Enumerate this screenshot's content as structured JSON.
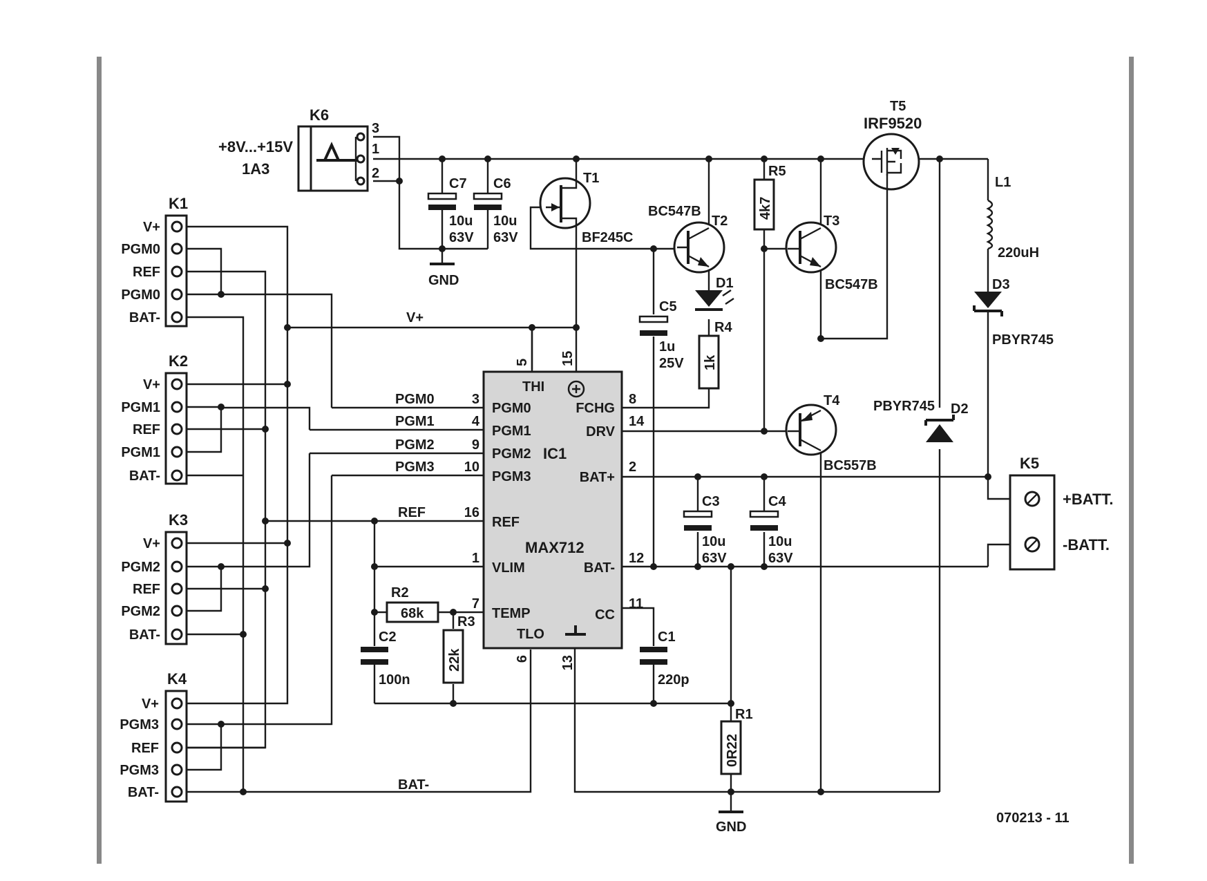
{
  "header": {
    "k6_title": "K6",
    "supply_voltage": "+8V...+15V",
    "supply_current": "1A3",
    "k6_pins": [
      "3",
      "1",
      "2"
    ]
  },
  "connectors": [
    {
      "ref": "K1",
      "pins": [
        "V+",
        "PGM0",
        "REF",
        "PGM0",
        "BAT-"
      ]
    },
    {
      "ref": "K2",
      "pins": [
        "V+",
        "PGM1",
        "REF",
        "PGM1",
        "BAT-"
      ]
    },
    {
      "ref": "K3",
      "pins": [
        "V+",
        "PGM2",
        "REF",
        "PGM2",
        "BAT-"
      ]
    },
    {
      "ref": "K4",
      "pins": [
        "V+",
        "PGM3",
        "REF",
        "PGM3",
        "BAT-"
      ]
    }
  ],
  "ic": {
    "ref": "IC1",
    "part": "MAX712",
    "pins_left": [
      {
        "name": "PGM0",
        "num": "3",
        "net": "PGM0"
      },
      {
        "name": "PGM1",
        "num": "4",
        "net": "PGM1"
      },
      {
        "name": "PGM2",
        "num": "9",
        "net": "PGM2"
      },
      {
        "name": "PGM3",
        "num": "10",
        "net": "PGM3"
      },
      {
        "name": "REF",
        "num": "16",
        "net": "REF"
      },
      {
        "name": "VLIM",
        "num": "1"
      },
      {
        "name": "TEMP",
        "num": "7"
      }
    ],
    "pins_right": [
      {
        "name": "FCHG",
        "num": "8"
      },
      {
        "name": "DRV",
        "num": "14"
      },
      {
        "name": "BAT+",
        "num": "2"
      },
      {
        "name": "BAT-",
        "num": "12"
      },
      {
        "name": "CC",
        "num": "11"
      }
    ],
    "pins_top": [
      {
        "name": "THI",
        "num": "5"
      },
      {
        "num": "15"
      }
    ],
    "pins_bottom": [
      {
        "name": "TLO",
        "num": "6"
      },
      {
        "num": "13"
      }
    ]
  },
  "nets": {
    "vplus": "V+",
    "batminus": "BAT-",
    "gnd": "GND"
  },
  "components": {
    "c7": {
      "ref": "C7",
      "value": "10u",
      "rating": "63V"
    },
    "c6": {
      "ref": "C6",
      "value": "10u",
      "rating": "63V"
    },
    "c5": {
      "ref": "C5",
      "value": "1u",
      "rating": "25V"
    },
    "c3": {
      "ref": "C3",
      "value": "10u",
      "rating": "63V"
    },
    "c4": {
      "ref": "C4",
      "value": "10u",
      "rating": "63V"
    },
    "c2": {
      "ref": "C2",
      "value": "100n"
    },
    "c1": {
      "ref": "C1",
      "value": "220p"
    },
    "r1": {
      "ref": "R1",
      "value": "0R22"
    },
    "r2": {
      "ref": "R2",
      "value": "68k"
    },
    "r3": {
      "ref": "R3",
      "value": "22k"
    },
    "r4": {
      "ref": "R4",
      "value": "1k"
    },
    "r5": {
      "ref": "R5",
      "value": "4k7"
    },
    "t1": {
      "ref": "T1",
      "part": "BF245C"
    },
    "t2": {
      "ref": "T2",
      "part": "BC547B"
    },
    "t3": {
      "ref": "T3",
      "part": "BC547B"
    },
    "t4": {
      "ref": "T4",
      "part": "BC557B"
    },
    "t5": {
      "ref": "T5",
      "part": "IRF9520"
    },
    "d1": {
      "ref": "D1"
    },
    "d2": {
      "ref": "D2",
      "part": "PBYR745"
    },
    "d3": {
      "ref": "D3",
      "part": "PBYR745"
    },
    "l1": {
      "ref": "L1",
      "value": "220uH"
    },
    "k5": {
      "ref": "K5",
      "pos": "+BATT.",
      "neg": "-BATT."
    }
  },
  "footer": {
    "figure_code": "070213 - 11"
  }
}
